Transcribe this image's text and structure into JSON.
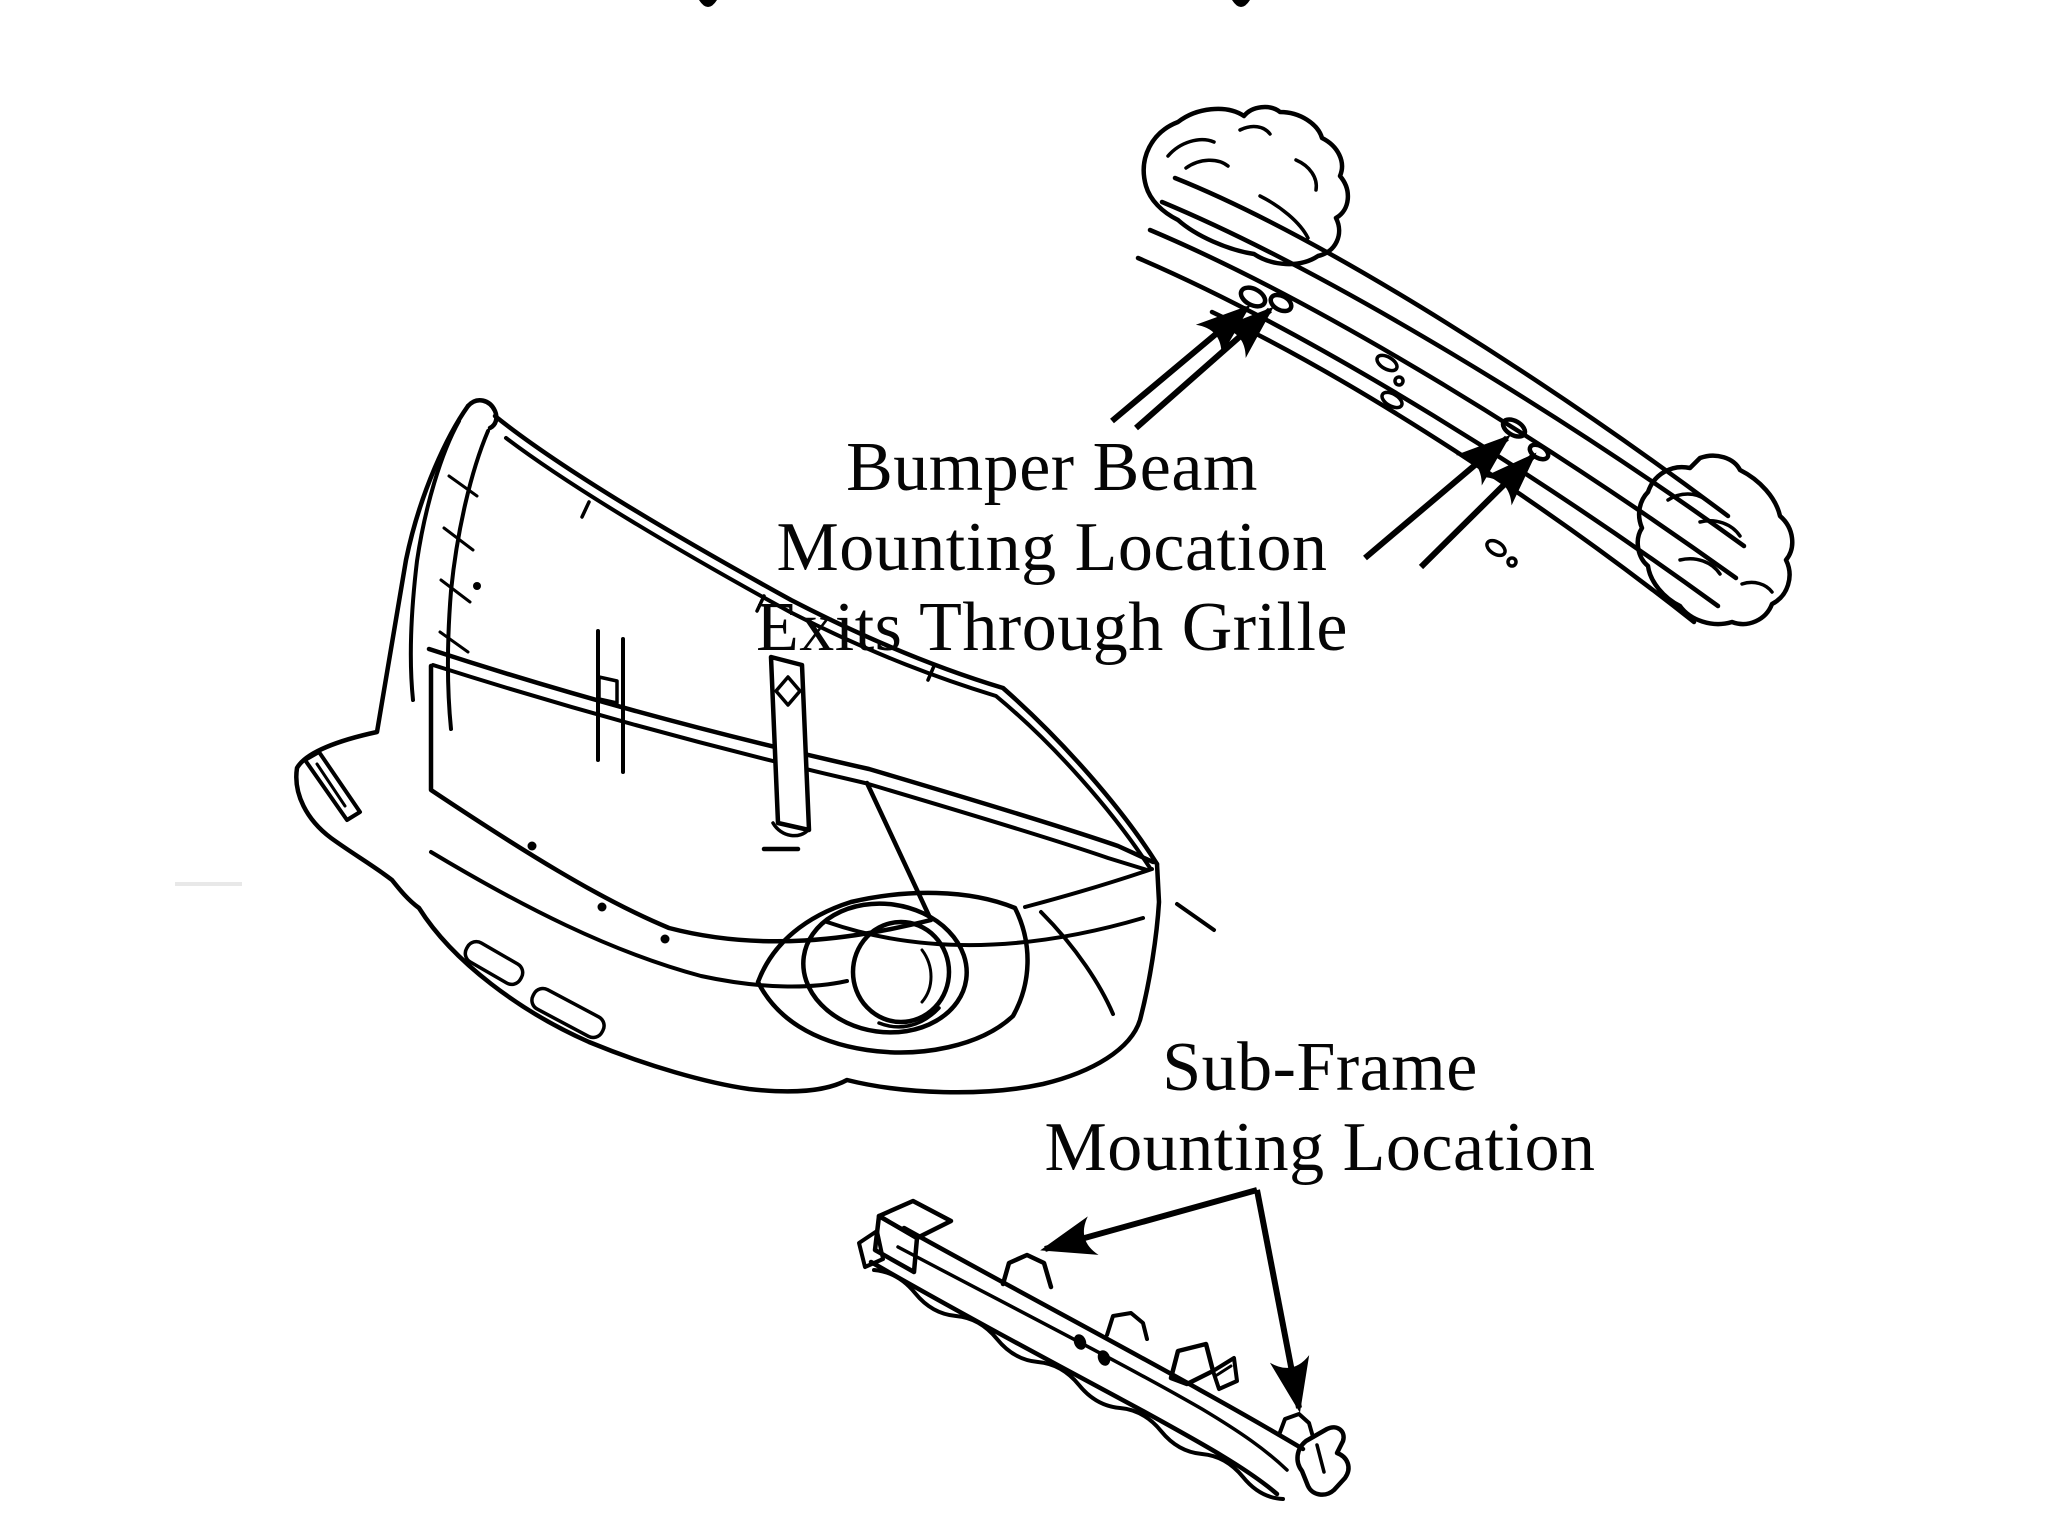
{
  "colors": {
    "ink": "#000000",
    "paper": "#ffffff",
    "faint_artifact": "#e8e8e8"
  },
  "annotations": {
    "bumper_beam_label": {
      "line1": "Bumper Beam",
      "line2": "Mounting Location",
      "line3": "Exits Through Grille"
    },
    "sub_frame_label": {
      "line1": "Sub-Frame",
      "line2": "Mounting Location"
    }
  }
}
